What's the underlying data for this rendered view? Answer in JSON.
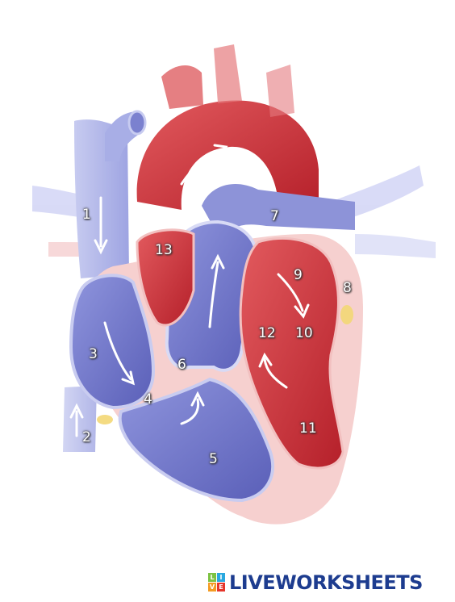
{
  "diagram": {
    "labels": [
      "1",
      "2",
      "3",
      "4",
      "5",
      "6",
      "7",
      "8",
      "9",
      "10",
      "11",
      "12",
      "13"
    ]
  },
  "brand": {
    "text": "LIVEWORKSHEETS",
    "logo_letters": [
      "L",
      "I",
      "V",
      "E"
    ]
  },
  "colors": {
    "oxygenated": "#c8323a",
    "deoxygenated": "#6a6fc4",
    "muscle": "#f4c6c4",
    "brand": "#1d3c8f"
  }
}
